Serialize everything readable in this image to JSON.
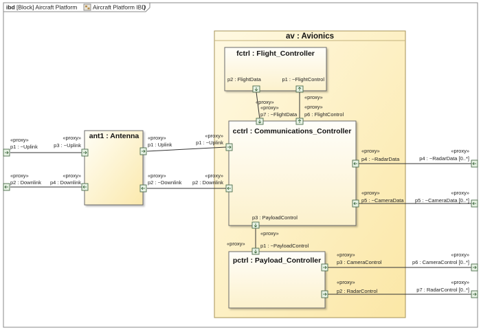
{
  "frame": {
    "kind": "ibd",
    "label": "[Block] Aircraft Platform",
    "diagram_icon": "ibd-diagram-icon",
    "diagram_name": "Aircraft Platform IBD",
    "close_bracket": "]"
  },
  "stereotype": "«proxy»",
  "colors": {
    "part_fill_light": "#fffdf2",
    "part_fill_dark": "#fbe7a6",
    "part_border": "#6b6b6b",
    "port_fill": "#e7f2e4",
    "port_border": "#4a6b4a",
    "line": "#333333"
  },
  "parts": {
    "av": "av : Avionics",
    "fctrl": "fctrl : Flight_Controller",
    "ant1": "ant1 : Antenna",
    "cctrl": "cctrl : Communications_Controller",
    "pctrl": "pctrl : Payload_Controller"
  },
  "ports": {
    "ext_p1_uplink": "p1 : ~Uplink",
    "ext_p2_downlink": "p2 : Downlink",
    "ant1_p3": "p3 : ~Uplink",
    "ant1_p4": "p4 : Downlink",
    "ant1_p1": "p1 : Uplink",
    "ant1_p2": "p2 : ~Downlink",
    "cctrl_p1": "p1 : ~Uplink",
    "cctrl_p2": "p2 : Downlink",
    "fctrl_p2": "p2 : FlightData",
    "fctrl_p1": "p1 : ~FlightControl",
    "cctrl_p7": "p7 : ~FlightData",
    "cctrl_p6": "p6 : FlightControl",
    "cctrl_p4": "p4 : ~RadarData",
    "cctrl_p5": "p5 : ~CameraData",
    "cctrl_p3": "p3 : PayloadControl",
    "pctrl_p1": "p1 : ~PayloadControl",
    "pctrl_p3": "p3 : CameraControl",
    "pctrl_p2": "p2 : RadarControl",
    "ext_p4": "p4 : ~RadarData [0..*]",
    "ext_p5": "p5 : ~CameraData [0..*]",
    "ext_p6": "p6 : CameraControl [0..*]",
    "ext_p7": "p7 : RadarControl [0..*]"
  }
}
